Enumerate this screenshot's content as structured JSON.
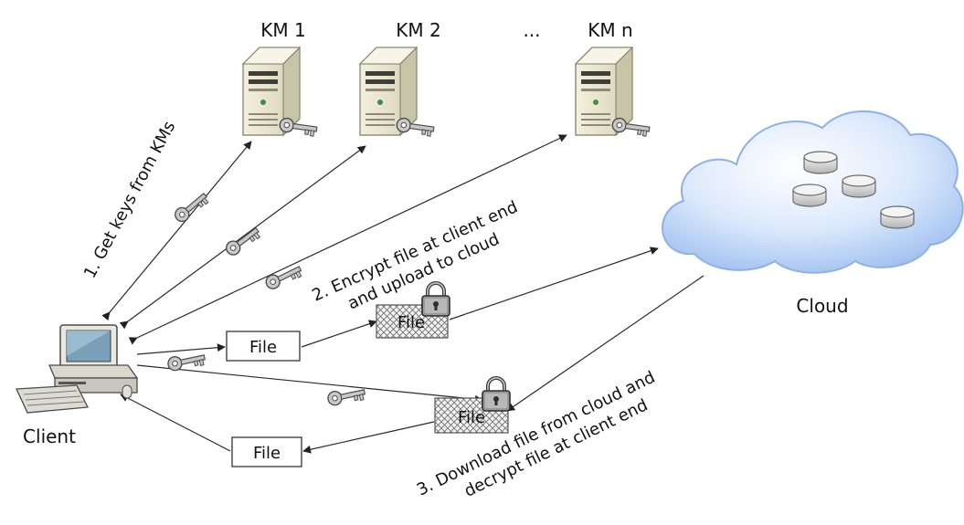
{
  "km_labels": [
    "KM 1",
    "KM 2",
    "...",
    "KM n"
  ],
  "cloud_label": "Cloud",
  "client_label": "Client",
  "file_label": "File",
  "steps": {
    "step1": "1. Get keys from KMs",
    "step2_line1": "2. Encrypt file at client end",
    "step2_line2": "and upload to cloud",
    "step3_line1": "3. Download file from cloud and",
    "step3_line2": "decrypt file at client end"
  },
  "colors": {
    "arrow": "#333333",
    "server_body": "#e9e6d2",
    "server_shade": "#b9b59c",
    "cloud_fill": "#cfe1fb",
    "cloud_edge": "#7fa8e0",
    "key": "#8a8a8a",
    "hatch": "#7c7c7c"
  },
  "icons": [
    "server-icon",
    "key-icon",
    "cloud-icon",
    "database-icon",
    "computer-icon",
    "padlock-icon"
  ]
}
